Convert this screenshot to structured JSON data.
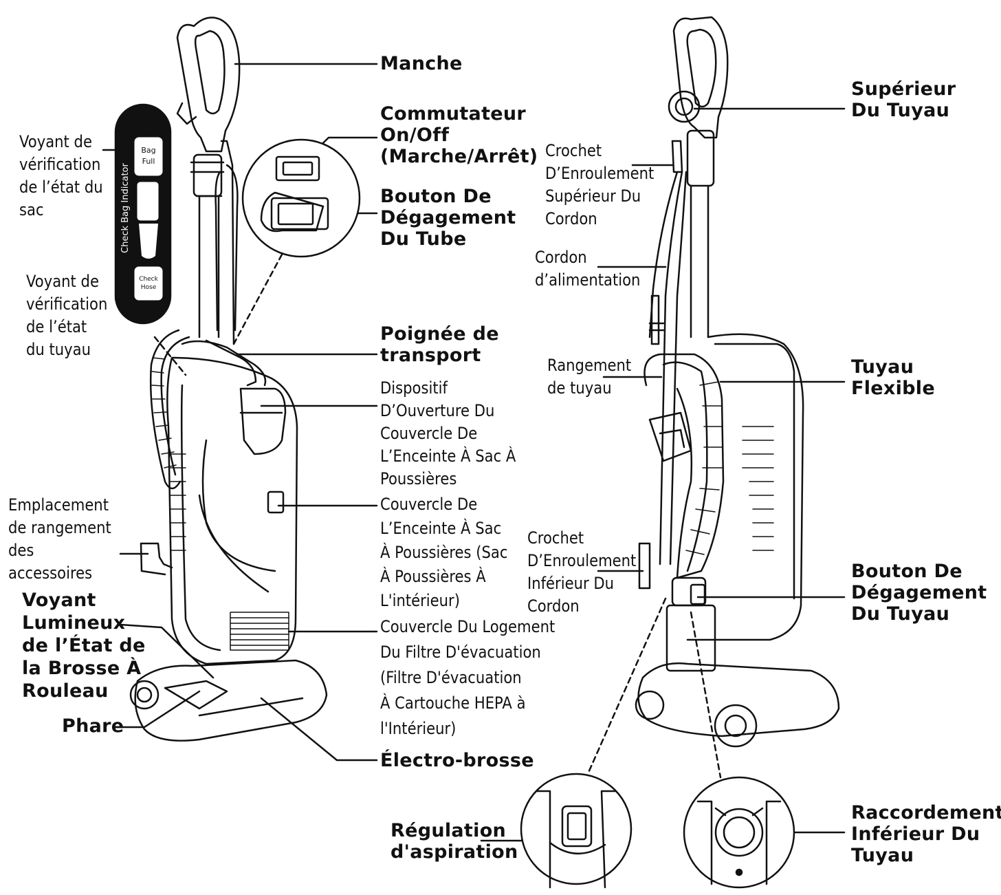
{
  "left_labels": {
    "manche": "Manche",
    "commutateur": "Commutateur\nOn/Off\n(Marche/Arrêt)",
    "bouton_tube": "Bouton De\nDégagement\nDu Tube",
    "voyant_sac": "Voyant de\nvérification\nde l’état du\nsac",
    "voyant_tuyau": "Voyant de\nvérification\nde l’état\ndu tuyau",
    "poignee": "Poignée de\ntransport",
    "dispositif": "Dispositif\nD’Ouverture Du\nCouvercle De\nL’Enceinte À Sac À\nPoussières",
    "couvercle_enceinte": "Couvercle De\nL’Enceinte À Sac\nÀ Poussières (Sac\nÀ Poussières À\nL'intérieur)",
    "emplacement": "Emplacement\nde rangement\ndes\naccessoires",
    "voyant_brosse": "Voyant\nLumineux\nde l’État de\nla Brosse À\nRouleau",
    "couvercle_filtre": "Couvercle Du Logement\nDu Filtre D'évacuation\n(Filtre D'évacuation\nÀ Cartouche HEPA à\nl'Intérieur)",
    "phare": "Phare",
    "electro_brosse": "Électro-brosse",
    "regulation": "Régulation\nd'aspiration"
  },
  "right_labels": {
    "superieur_tuyau": "Supérieur\nDu Tuyau",
    "crochet_superieur": "Crochet\nD’Enroulement\nSupérieur Du\nCordon",
    "cordon": "Cordon\nd’alimentation",
    "rangement_tuyau": "Rangement\nde tuyau",
    "tuyau_flexible": "Tuyau\nFlexible",
    "crochet_inferieur": "Crochet\nD’Enroulement\nInférieur Du\nCordon",
    "bouton_tuyau": "Bouton De\nDégagement\nDu Tuyau",
    "raccordement": "Raccordement\nInférieur Du\nTuyau"
  },
  "indicator_panel": {
    "vertical_text": "Check Bag Indicator",
    "bag_full_line1": "Bag",
    "bag_full_line2": "Full",
    "check_hose_line1": "Check",
    "check_hose_line2": "Hose"
  }
}
